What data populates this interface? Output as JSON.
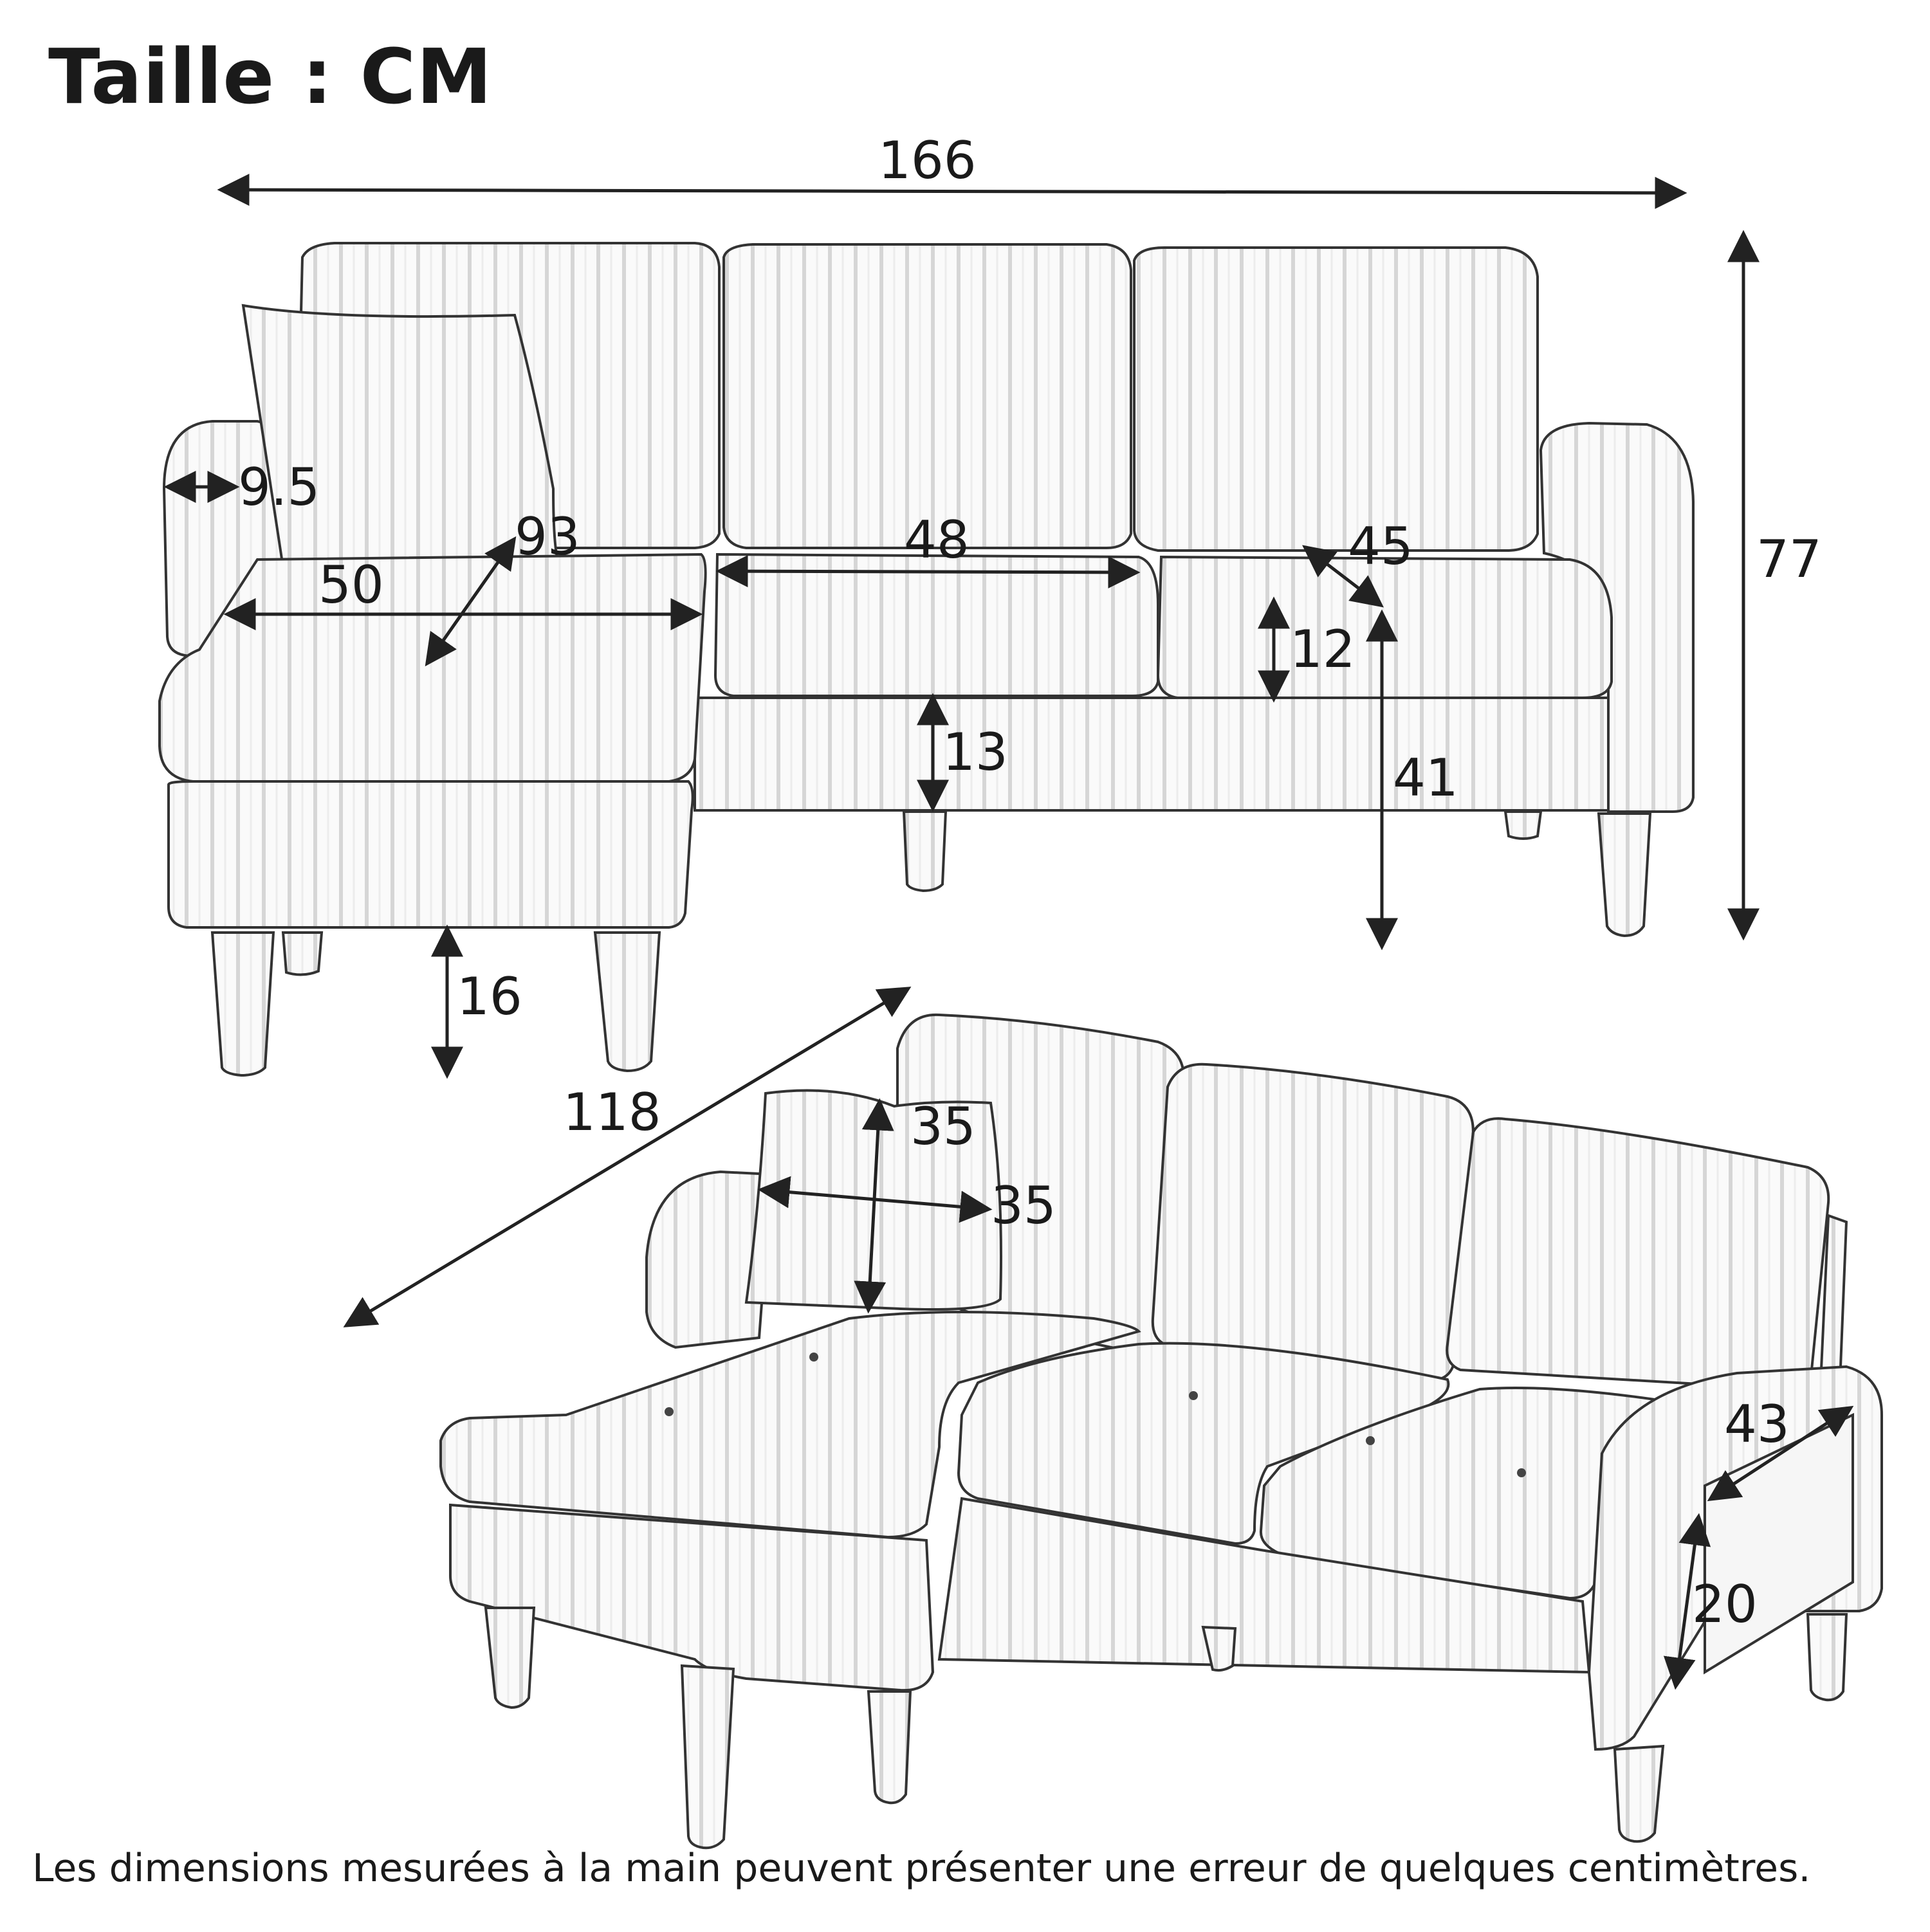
{
  "title": "Taille : CM",
  "footnote": "Les dimensions mesurées à la main peuvent présenter une erreur de quelques centimètres.",
  "dimensions": {
    "total_width": "166",
    "total_height": "77",
    "arm_width": "9.5",
    "chaise_diagonal": "93",
    "chaise_width": "50",
    "seat_width": "48",
    "seat_depth": "45",
    "cushion_thickness": "12",
    "base_height": "13",
    "seat_height": "41",
    "leg_height": "16",
    "depth": "118",
    "pillow_height": "35",
    "pillow_width": "35",
    "arm_depth": "43",
    "arm_height": "20"
  }
}
